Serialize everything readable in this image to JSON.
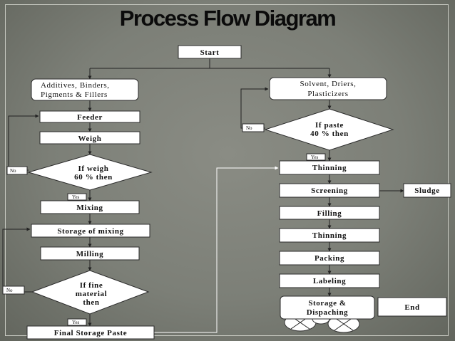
{
  "title": "Process Flow Diagram",
  "nodes": {
    "start": "Start",
    "additives_l1": "Additives, Binders,",
    "additives_l2": "Pigments & Fillers",
    "feeder": "Feeder",
    "weigh": "Weigh",
    "if_weigh_l1": "If weigh",
    "if_weigh_l2": "60 % then",
    "mixing": "Mixing",
    "storage_mixing": "Storage of mixing",
    "milling": "Milling",
    "if_fine_l1": "If fine",
    "if_fine_l2": "material",
    "if_fine_l3": "then",
    "final_storage": "Final Storage Paste",
    "solvent_l1": "Solvent, Driers,",
    "solvent_l2": "Plasticizers",
    "if_paste_l1": "If paste",
    "if_paste_l2": "40 % then",
    "thinning1": "Thinning",
    "screening": "Screening",
    "sludge": "Sludge",
    "filling": "Filling",
    "thinning2": "Thinning",
    "packing": "Packing",
    "labeling": "Labeling",
    "storage_l1": "Storage &",
    "storage_l2": "Dispaching",
    "end": "End"
  },
  "labels": {
    "no_weigh": "No",
    "yes_weigh": "Yes",
    "no_fine": "No",
    "yes_fine": "Yes",
    "no_paste": "No",
    "yes_paste": "Yes"
  }
}
